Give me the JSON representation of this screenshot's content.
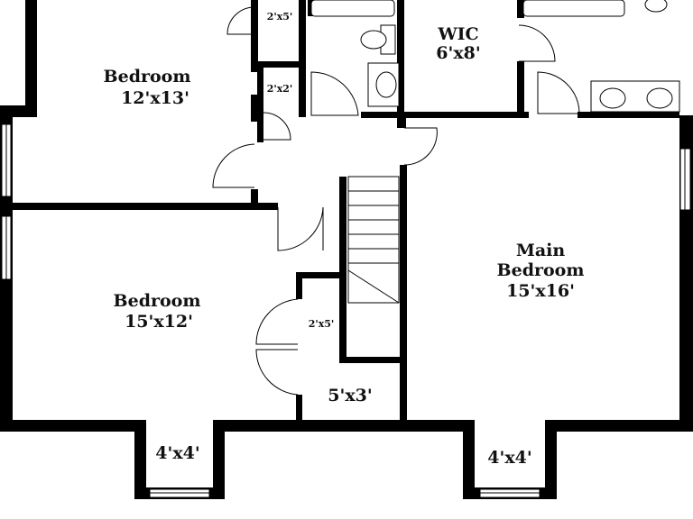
{
  "rooms": {
    "bedroom_upper": {
      "name": "Bedroom",
      "size": "12'x13'"
    },
    "bedroom_lower": {
      "name": "Bedroom",
      "size": "15'x12'"
    },
    "wic": {
      "name": "WIC",
      "size": "6'x8'"
    },
    "main_bedroom": {
      "name_line1": "Main",
      "name_line2": "Bedroom",
      "size": "15'x16'"
    },
    "closet_upper": {
      "size": "2'x5'"
    },
    "closet_small": {
      "size": "2'x2'"
    },
    "closet_mid": {
      "size": "2'x5'"
    },
    "landing": {
      "size": "5'x3'"
    },
    "bay_left": {
      "size": "4'x4'"
    },
    "bay_right": {
      "size": "4'x4'"
    }
  },
  "colors": {
    "wall": "#000000",
    "background": "#ffffff",
    "text": "#111111"
  }
}
